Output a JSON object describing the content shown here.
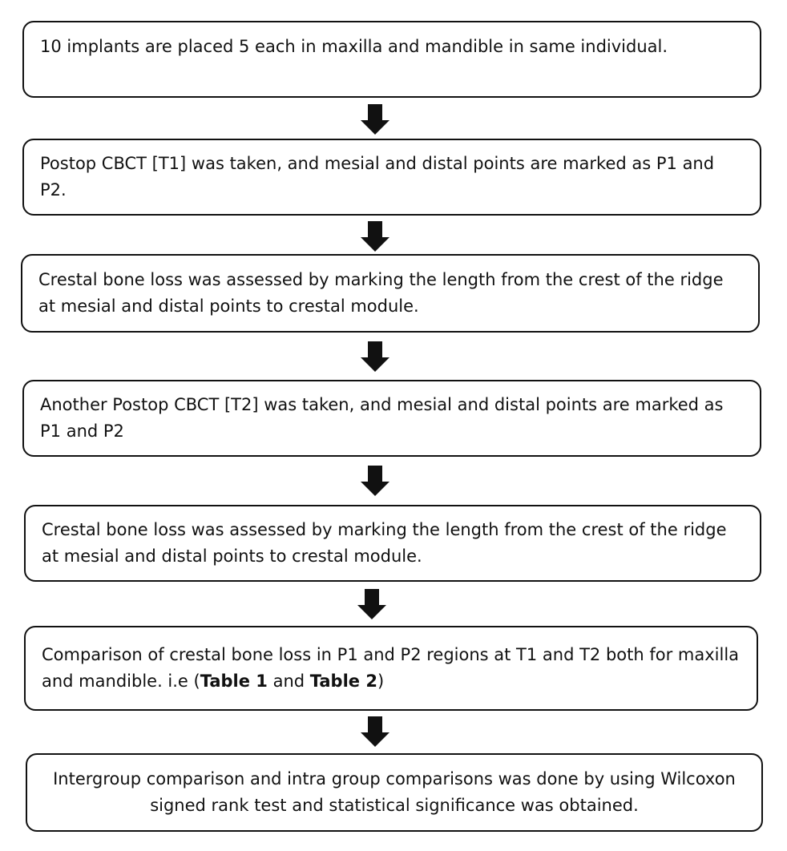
{
  "steps": [
    "10 implants are placed 5 each in maxilla and mandible in same individual.",
    "Postop CBCT [T1] was taken, and mesial and distal points are marked as P1 and P2.",
    "Crestal bone loss was assessed by marking the length from the crest of the ridge at mesial and distal points to crestal module.",
    "Another Postop CBCT [T2] was taken, and mesial and distal points are marked as P1 and P2",
    "Crestal bone loss was assessed by marking the length from the crest of the ridge at mesial and distal points to crestal module.",
    {
      "pre": "Comparison of crestal bone loss in P1 and P2 regions at T1 and T2 both for maxilla and mandible. i.e (",
      "b1": "Table 1",
      "mid": " and ",
      "b2": "Table 2",
      "post": ")"
    },
    "Intergroup comparison and intra group comparisons was done by using Wilcoxon signed rank test and statistical significance was obtained."
  ]
}
